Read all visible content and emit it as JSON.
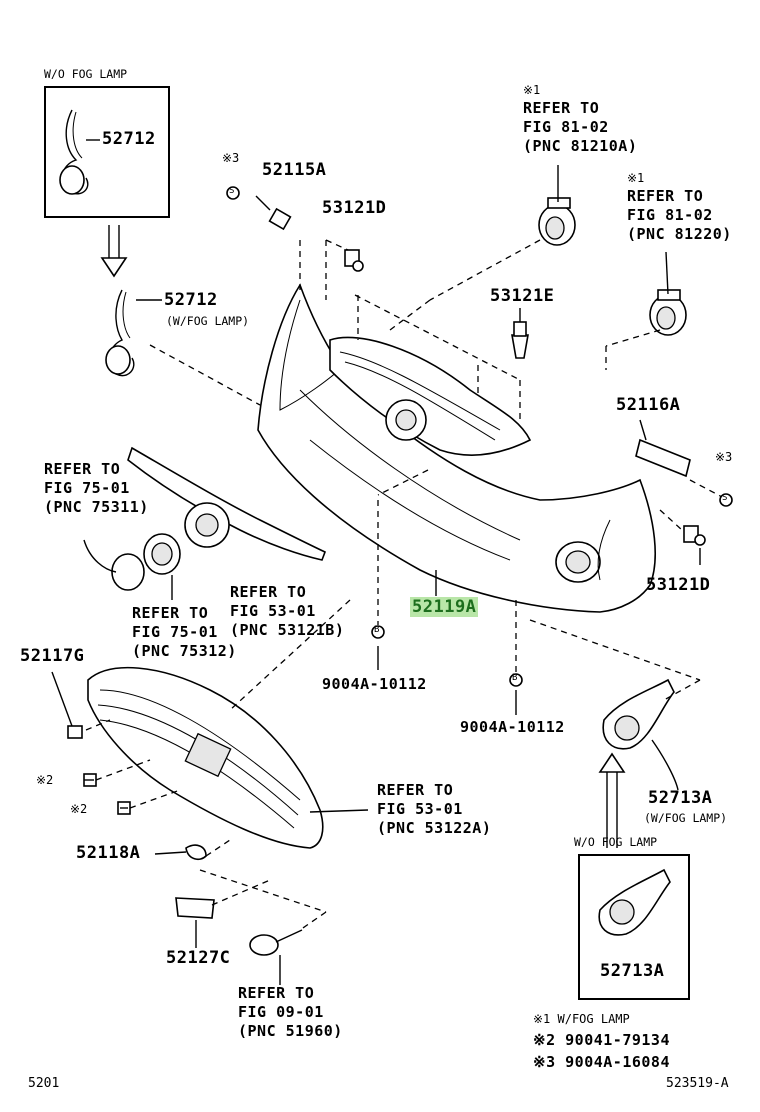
{
  "labels": {
    "wo_fog_lamp_top": "W/O FOG LAMP",
    "p52712_a": "52712",
    "p52712_b": "52712",
    "w_fog_lamp_a": "(W/FOG LAMP)",
    "mark3_a": "※3",
    "p52115A": "52115A",
    "p53121D_top": "53121D",
    "mark1_a": "※1",
    "refer_81_02_a_1": "REFER TO",
    "refer_81_02_a_2": "FIG 81-02",
    "refer_81_02_a_3": "(PNC 81210A)",
    "mark1_b": "※1",
    "refer_81_02_b_1": "REFER TO",
    "refer_81_02_b_2": "FIG 81-02",
    "refer_81_02_b_3": "(PNC 81220)",
    "p53121E": "53121E",
    "p52116A": "52116A",
    "mark3_b": "※3",
    "p53121D_right": "53121D",
    "p52119A": "52119A",
    "refer_75_01_a_1": "REFER TO",
    "refer_75_01_a_2": "FIG 75-01",
    "refer_75_01_a_3": "(PNC 75311)",
    "refer_53_01_a_1": "REFER TO",
    "refer_53_01_a_2": "FIG 53-01",
    "refer_53_01_a_3": "(PNC 53121B)",
    "refer_75_01_b_1": "REFER TO",
    "refer_75_01_b_2": "FIG 75-01",
    "refer_75_01_b_3": "(PNC 75312)",
    "p52117G": "52117G",
    "p9004A_10112_a": "9004A-10112",
    "p9004A_10112_b": "9004A-10112",
    "mark2_a": "※2",
    "mark2_b": "※2",
    "refer_53_01_b_1": "REFER TO",
    "refer_53_01_b_2": "FIG 53-01",
    "refer_53_01_b_3": "(PNC 53122A)",
    "p52118A": "52118A",
    "p52713A_a": "52713A",
    "w_fog_lamp_b": "(W/FOG LAMP)",
    "wo_fog_lamp_bottom": "W/O FOG LAMP",
    "p52713A_b": "52713A",
    "p52127C": "52127C",
    "refer_09_01_1": "REFER TO",
    "refer_09_01_2": "FIG 09-01",
    "refer_09_01_3": "(PNC 51960)",
    "legend1": "※1 W/FOG LAMP",
    "legend2": "※2  90041-79134",
    "legend3": "※3  9004A-16084",
    "page_code": "5201",
    "diagram_code": "523519-A",
    "circle_s": "S",
    "circle_b": "B"
  },
  "colors": {
    "highlight_bg": "#b9e6a8",
    "highlight_text": "#1d6e1d",
    "ink": "#000000"
  }
}
